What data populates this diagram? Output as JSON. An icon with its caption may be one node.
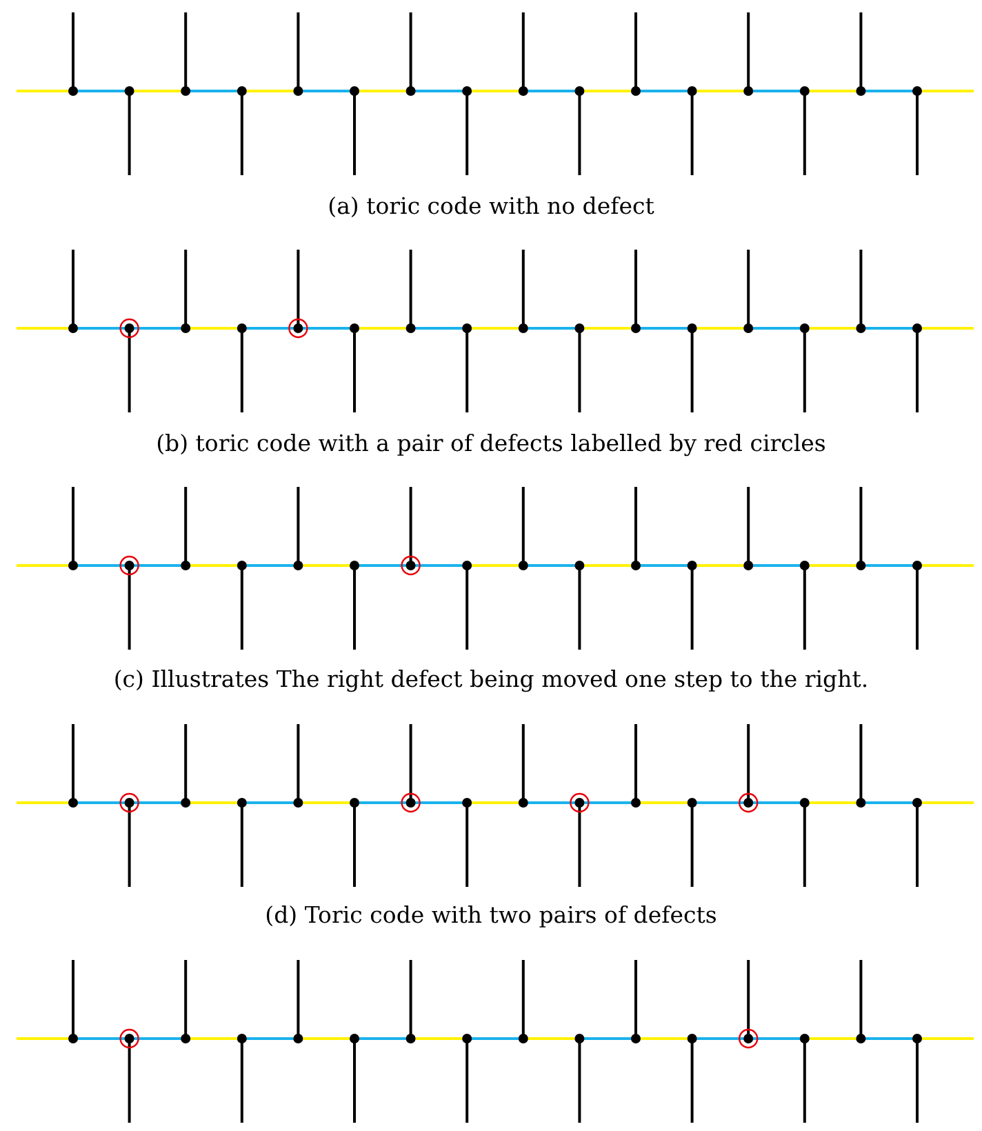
{
  "diagram": {
    "labels": [
      "(a) toric code with no defect",
      "(b) toric code with a pair of defects labelled by red circles",
      "(c) Illustrates The right defect being moved one step to the right.",
      "(d) Toric code with two pairs of defects"
    ]
  }
}
